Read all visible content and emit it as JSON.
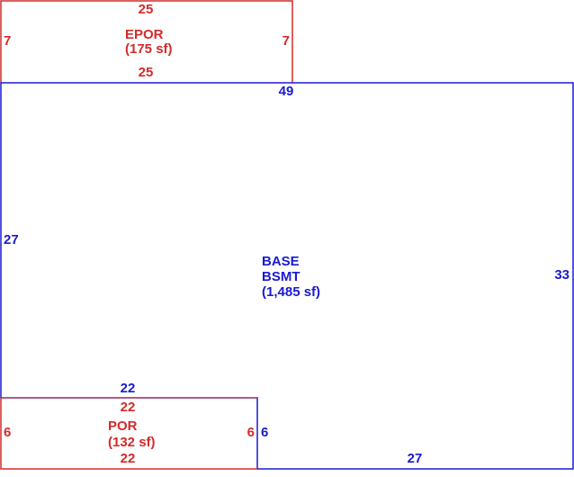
{
  "colors": {
    "epor": "#d42a2a",
    "base": "#1a1ad0",
    "por": "#d42a2a"
  },
  "epor": {
    "name": "EPOR",
    "area": "(175 sf)",
    "top": "25",
    "bottom": "25",
    "left": "7",
    "right": "7"
  },
  "base": {
    "name1": "BASE",
    "name2": "BSMT",
    "area": "(1,485 sf)",
    "top": "49",
    "left": "27",
    "right": "33",
    "inner_top": "22",
    "inner_right": "6",
    "bottom": "27"
  },
  "por": {
    "name": "POR",
    "area": "(132 sf)",
    "top": "22",
    "bottom": "22",
    "left": "6",
    "right": "6"
  }
}
